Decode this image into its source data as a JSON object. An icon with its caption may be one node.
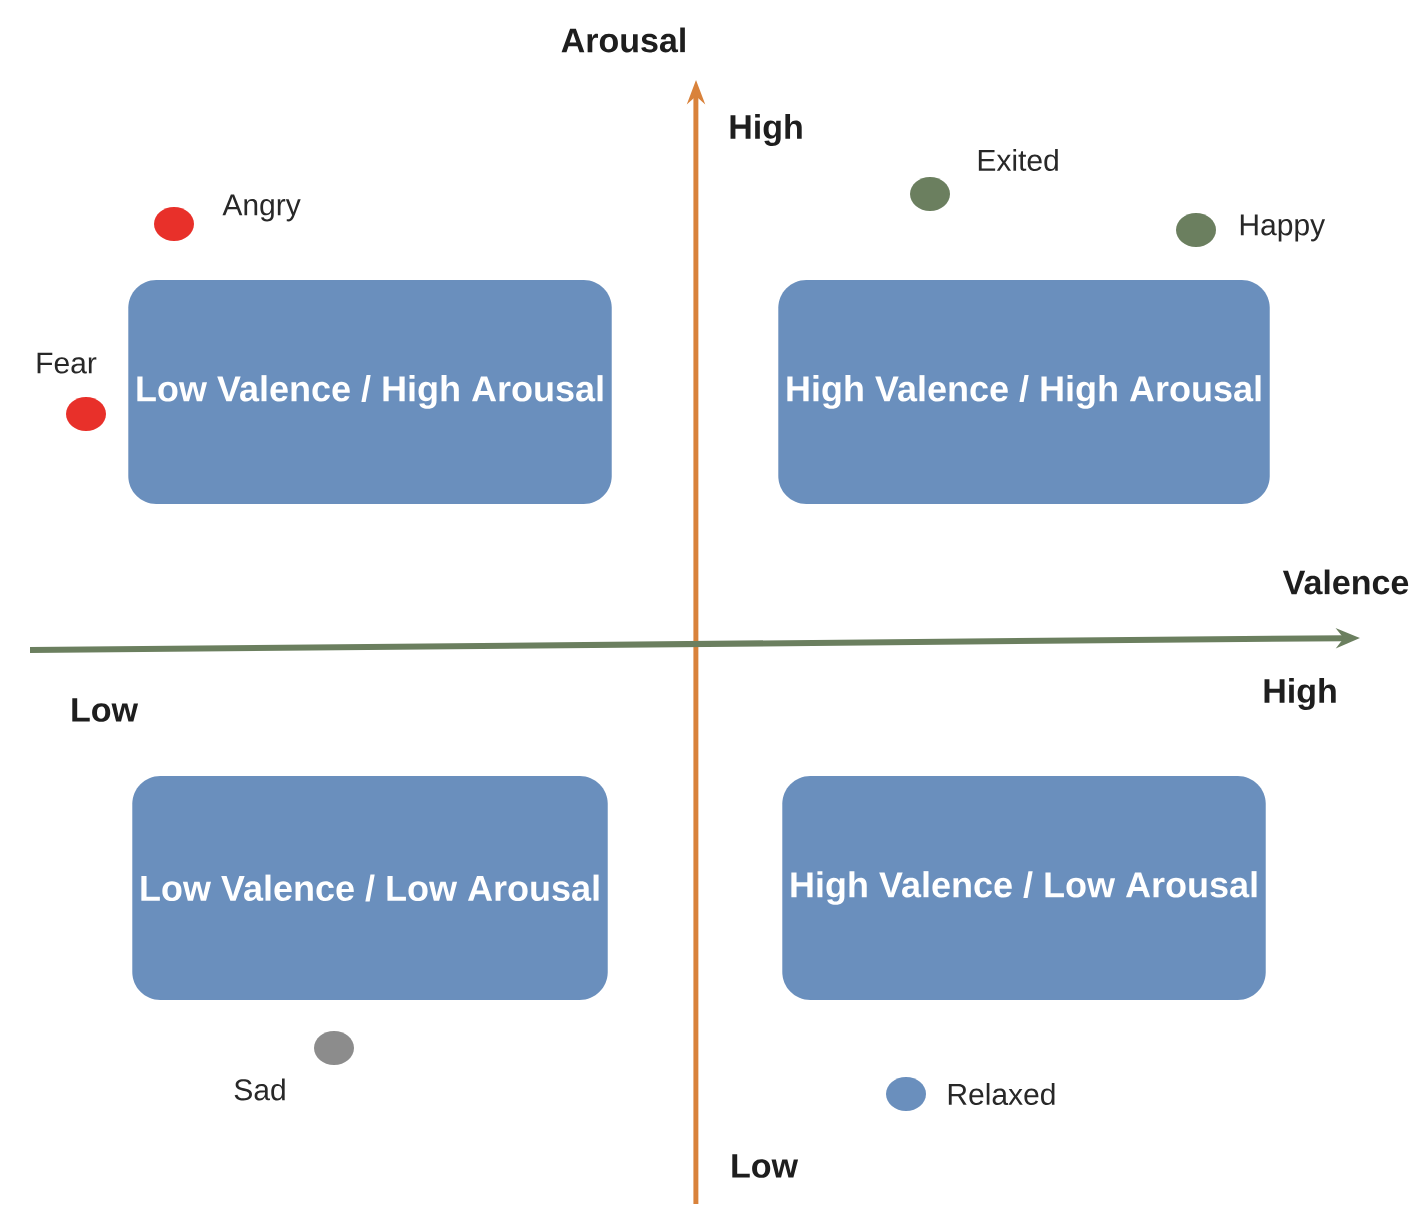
{
  "diagram": {
    "nodes": [
      {
        "text": [
          "Low Valence / High Arousal"
        ]
      },
      {
        "text": [
          "High Valence / High Arousal"
        ]
      },
      {
        "text": [
          "Low Valence / Low Arousal"
        ]
      },
      {
        "text": [
          "High Valence / Low Arousal"
        ]
      },
      {
        "text": [],
        "shape": "circle",
        "beside": [
          "Angry"
        ]
      },
      {
        "text": [],
        "shape": "circle",
        "beside": [
          "Fear"
        ]
      },
      {
        "text": [],
        "shape": "circle",
        "beside": [
          "Exited"
        ]
      },
      {
        "text": [],
        "shape": "circle",
        "beside": [
          "Happy"
        ]
      },
      {
        "text": [],
        "shape": "circle",
        "beside": [
          "Sad"
        ]
      },
      {
        "text": [],
        "shape": "circle",
        "beside": [
          "Relaxed"
        ]
      }
    ],
    "labels": [
      "Arousal",
      "High",
      "Valence",
      "Low",
      "High",
      "Low"
    ]
  }
}
